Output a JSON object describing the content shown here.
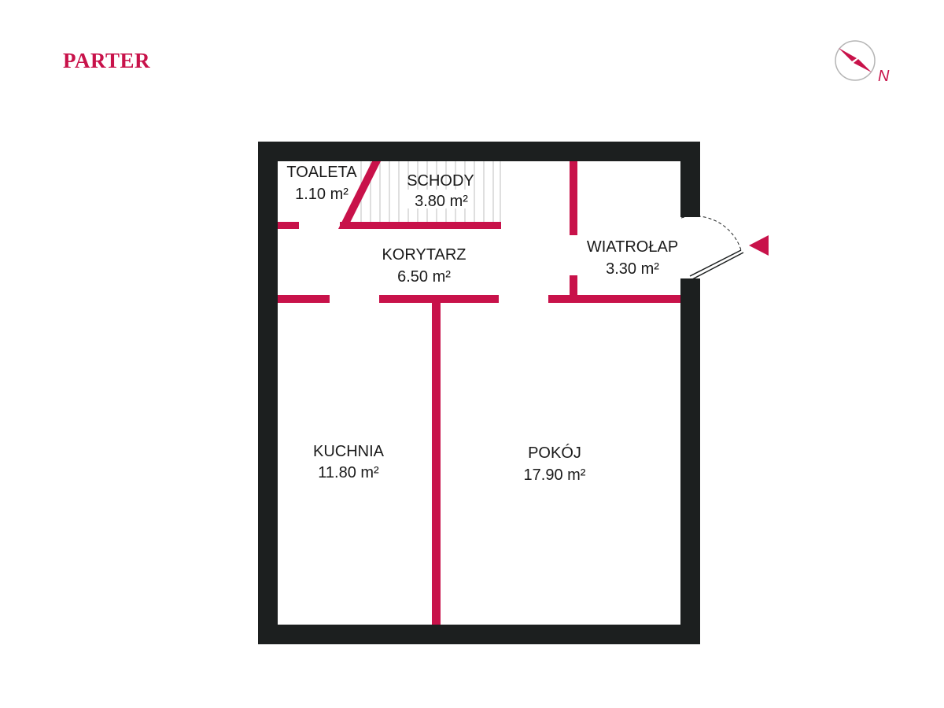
{
  "title": "PARTER",
  "compass_label": "N",
  "colors": {
    "accent": "#c8124a",
    "outer_wall": "#1c1f1f",
    "text": "#1a1a1a",
    "stairs_lines": "#bfbfbf"
  },
  "icons": {
    "compass": "compass-needle-icon",
    "entrance": "entrance-arrow-icon",
    "door": "door-swing-icon"
  },
  "rooms": [
    {
      "name": "TOALETA",
      "area": "1.10 m²"
    },
    {
      "name": "SCHODY",
      "area": "3.80 m²"
    },
    {
      "name": "KORYTARZ",
      "area": "6.50 m²"
    },
    {
      "name": "WIATROŁAP",
      "area": "3.30 m²"
    },
    {
      "name": "KUCHNIA",
      "area": "11.80 m²"
    },
    {
      "name": "POKÓJ",
      "area": "17.90 m²"
    }
  ]
}
